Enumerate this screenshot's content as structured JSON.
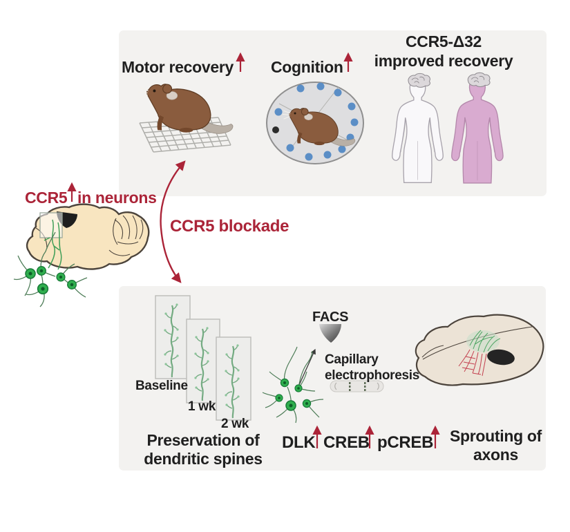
{
  "figure": {
    "top_panel": {
      "motor_recovery": "Motor recovery",
      "cognition": "Cognition",
      "ccr5_delta32_line1": "CCR5-Δ32",
      "ccr5_delta32_line2": "improved recovery"
    },
    "left": {
      "ccr5": "CCR5",
      "in_neurons": "in neurons",
      "blockade": "CCR5 blockade"
    },
    "bottom_panel": {
      "baseline": "Baseline",
      "wk1": "1 wk",
      "wk2": "2 wk",
      "preservation_line1": "Preservation of",
      "preservation_line2": "dendritic spines",
      "facs": "FACS",
      "capillary_line1": "Capillary",
      "capillary_line2": "electrophoresis",
      "dlk": "DLK",
      "creb": "CREB",
      "pcreb": "pCREB",
      "sprouting_line1": "Sprouting of",
      "sprouting_line2": "axons"
    },
    "colors": {
      "accent_red": "#ab2438",
      "panel_bg": "#f3f2f0",
      "neuron_green": "#2fae4e",
      "mouse_brown": "#8a5c3e",
      "brain_cream": "#f8e5c0",
      "human_pink": "#d9abd0",
      "maze_dot_blue": "#5b8ec6",
      "text": "#1f1f1f"
    }
  }
}
